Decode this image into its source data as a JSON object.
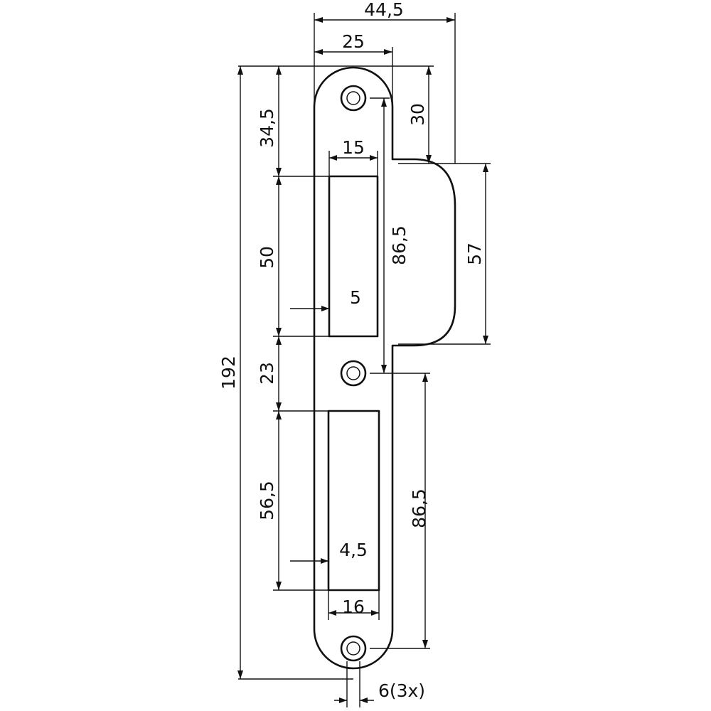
{
  "drawing": {
    "subject": "lock strike plate",
    "dimensions": {
      "overall_width": "44,5",
      "plate_width": "25",
      "lip_offset": "30",
      "top_to_slot": "34,5",
      "upper_slot_width": "15",
      "upper_slot_height": "50",
      "upper_slot_inset": "5",
      "hole_spacing_upper": "86,5",
      "lip_height": "57",
      "overall_height": "192",
      "slot_gap": "23",
      "lower_slot_height": "56,5",
      "lower_slot_inset": "4,5",
      "hole_spacing_lower": "86,5",
      "lower_slot_width": "16",
      "hole_diameter": "6(3x)"
    }
  }
}
